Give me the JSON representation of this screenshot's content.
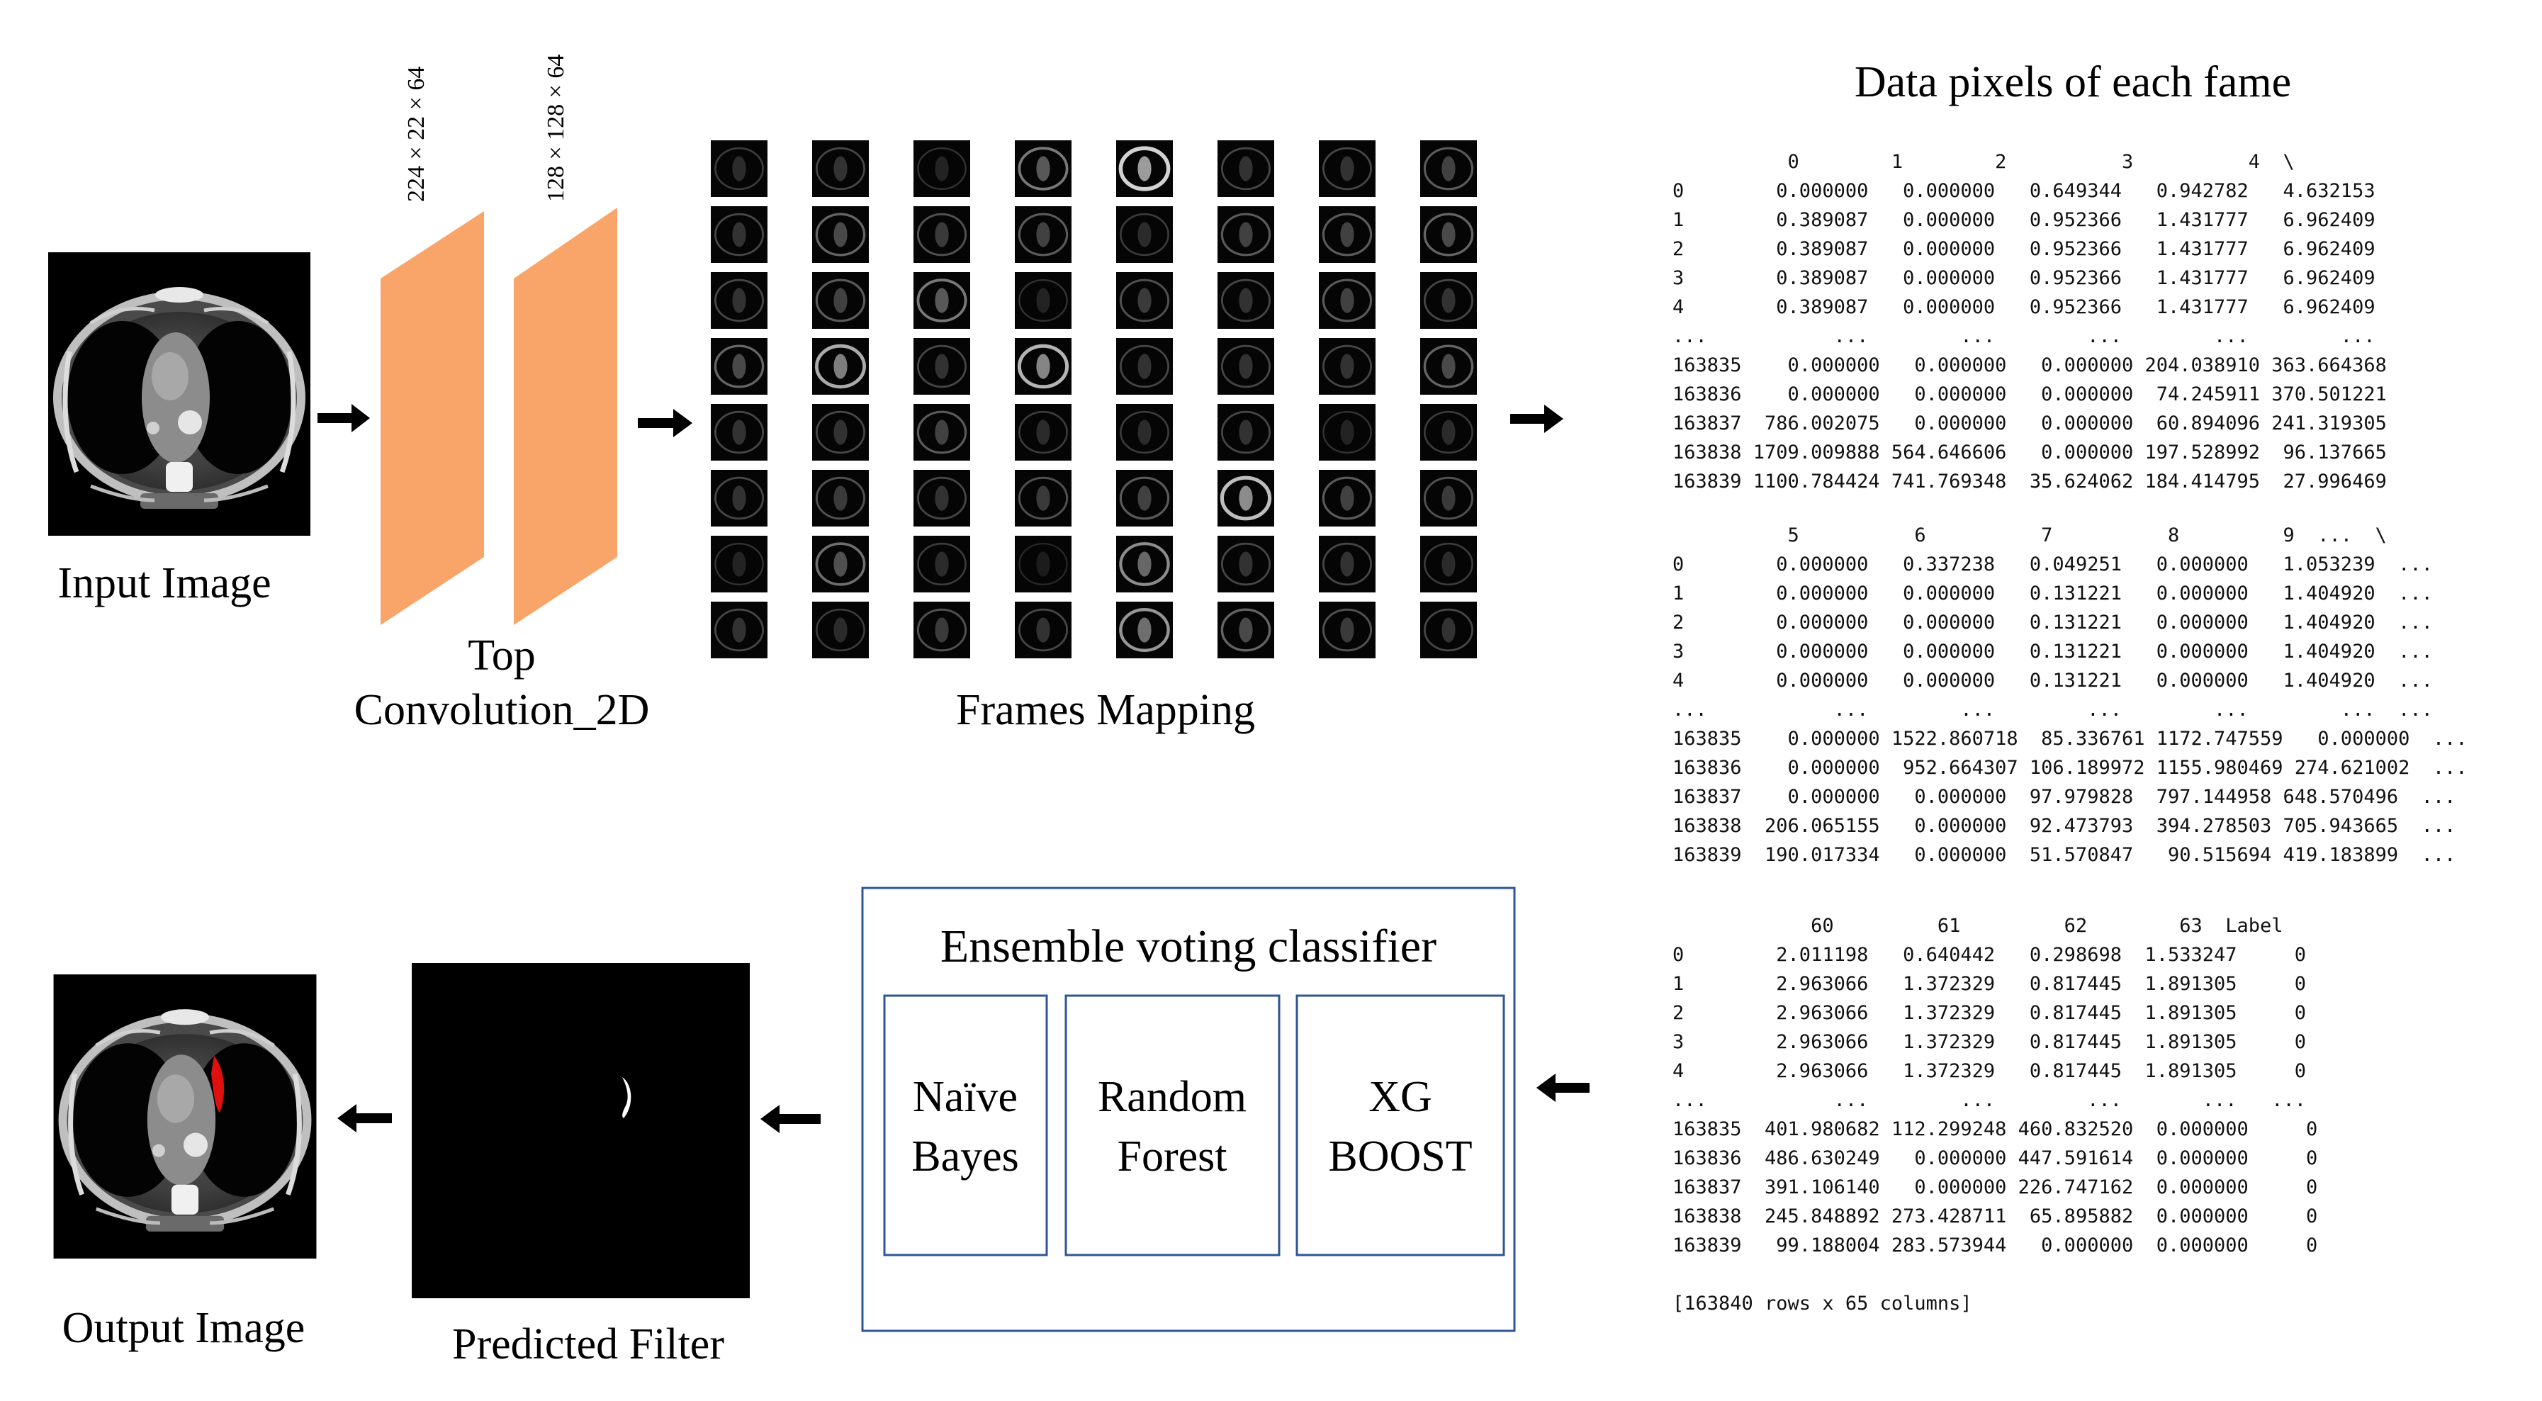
{
  "input_label": "Input Image",
  "layer_dims": [
    "224 × 22 × 64",
    "128 × 128 × 64"
  ],
  "conv_label": [
    "Top",
    "Convolution_2D"
  ],
  "frames_label": "Frames Mapping",
  "data_title": "Data pixels of each fame",
  "table1": {
    "header": "          0        1        2          3          4  \\",
    "rows": [
      "0        0.000000   0.000000   0.649344   0.942782   4.632153",
      "1        0.389087   0.000000   0.952366   1.431777   6.962409",
      "2        0.389087   0.000000   0.952366   1.431777   6.962409",
      "3        0.389087   0.000000   0.952366   1.431777   6.962409",
      "4        0.389087   0.000000   0.952366   1.431777   6.962409",
      "...           ...        ...        ...        ...        ...",
      "163835    0.000000   0.000000   0.000000 204.038910 363.664368",
      "163836    0.000000   0.000000   0.000000  74.245911 370.501221",
      "163837  786.002075   0.000000   0.000000  60.894096 241.319305",
      "163838 1709.009888 564.646606   0.000000 197.528992  96.137665",
      "163839 1100.784424 741.769348  35.624062 184.414795  27.996469"
    ]
  },
  "table2": {
    "header": "          5          6          7          8         9  ...  \\",
    "rows": [
      "0        0.000000   0.337238   0.049251   0.000000   1.053239  ...",
      "1        0.000000   0.000000   0.131221   0.000000   1.404920  ...",
      "2        0.000000   0.000000   0.131221   0.000000   1.404920  ...",
      "3        0.000000   0.000000   0.131221   0.000000   1.404920  ...",
      "4        0.000000   0.000000   0.131221   0.000000   1.404920  ...",
      "...           ...        ...        ...        ...        ...  ...",
      "163835    0.000000 1522.860718  85.336761 1172.747559   0.000000  ...",
      "163836    0.000000  952.664307 106.189972 1155.980469 274.621002  ...",
      "163837    0.000000   0.000000  97.979828  797.144958 648.570496  ...",
      "163838  206.065155   0.000000  92.473793  394.278503 705.943665  ...",
      "163839  190.017334   0.000000  51.570847   90.515694 419.183899  ..."
    ]
  },
  "table3": {
    "header": "            60         61         62        63  Label",
    "rows": [
      "0        2.011198   0.640442   0.298698  1.533247     0",
      "1        2.963066   1.372329   0.817445  1.891305     0",
      "2        2.963066   1.372329   0.817445  1.891305     0",
      "3        2.963066   1.372329   0.817445  1.891305     0",
      "4        2.963066   1.372329   0.817445  1.891305     0",
      "...           ...        ...        ...       ...   ...",
      "163835  401.980682 112.299248 460.832520  0.000000     0",
      "163836  486.630249   0.000000 447.591614  0.000000     0",
      "163837  391.106140   0.000000 226.747162  0.000000     0",
      "163838  245.848892 273.428711  65.895882  0.000000     0",
      "163839   99.188004 283.573944   0.000000  0.000000     0"
    ]
  },
  "table_footer": "[163840 rows x 65 columns]",
  "ensemble_title": "Ensemble voting classifier",
  "classifiers": [
    [
      "Naïve",
      "Bayes"
    ],
    [
      "Random",
      "Forest"
    ],
    [
      "XG",
      "BOOST"
    ]
  ],
  "filter_label": "Predicted Filter",
  "output_label": "Output Image",
  "colors": {
    "conv_layer": "#f9a56a",
    "box_border": "#2f5597",
    "tumor": "#e01010"
  },
  "frame_brightness": [
    [
      0.15,
      0.2,
      0.1,
      0.45,
      0.9,
      0.2,
      0.2,
      0.3
    ],
    [
      0.2,
      0.35,
      0.25,
      0.3,
      0.15,
      0.3,
      0.3,
      0.35
    ],
    [
      0.2,
      0.3,
      0.45,
      0.1,
      0.25,
      0.2,
      0.3,
      0.2
    ],
    [
      0.35,
      0.7,
      0.2,
      0.75,
      0.2,
      0.2,
      0.2,
      0.35
    ],
    [
      0.2,
      0.2,
      0.3,
      0.15,
      0.15,
      0.2,
      0.1,
      0.15
    ],
    [
      0.2,
      0.25,
      0.2,
      0.25,
      0.3,
      0.8,
      0.3,
      0.25
    ],
    [
      0.1,
      0.4,
      0.15,
      0.05,
      0.55,
      0.2,
      0.2,
      0.15
    ],
    [
      0.2,
      0.15,
      0.25,
      0.2,
      0.6,
      0.35,
      0.25,
      0.2
    ]
  ]
}
